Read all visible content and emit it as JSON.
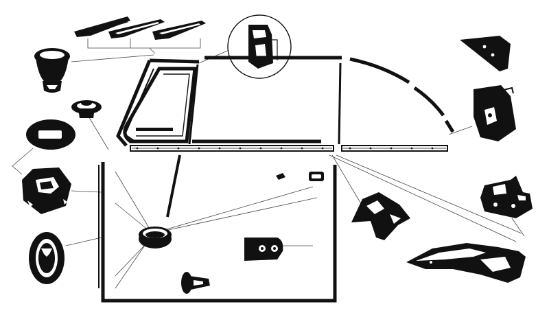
{
  "diagram": {
    "type": "exploded-parts-diagram",
    "subject": "door-weatherstrip-and-seal-parts",
    "ink_color": "#111111",
    "leader_color": "#444444",
    "background_color": "#ffffff",
    "parts": [
      {
        "id": "vent-wing-strips",
        "count": 3
      },
      {
        "id": "corner-seal-detail-inset",
        "count": 1
      },
      {
        "id": "tapered-plug-grommet",
        "count": 1
      },
      {
        "id": "small-round-grommet",
        "count": 1
      },
      {
        "id": "oval-frame-seal",
        "count": 1
      },
      {
        "id": "hex-socket-bumper",
        "count": 1
      },
      {
        "id": "oval-keyhole-seal",
        "count": 1
      },
      {
        "id": "round-door-plug",
        "count": 1
      },
      {
        "id": "push-pin-clip",
        "count": 1
      },
      {
        "id": "twin-hole-bracket",
        "count": 1
      },
      {
        "id": "angled-corner-bracket",
        "count": 1
      },
      {
        "id": "quarter-window-corner-block",
        "count": 1
      },
      {
        "id": "window-channel-end-block",
        "count": 1
      },
      {
        "id": "stepped-mount-block",
        "count": 1
      },
      {
        "id": "sill-seal-molding",
        "count": 1
      },
      {
        "id": "door-frame-and-window-seals",
        "count": 1
      }
    ]
  }
}
